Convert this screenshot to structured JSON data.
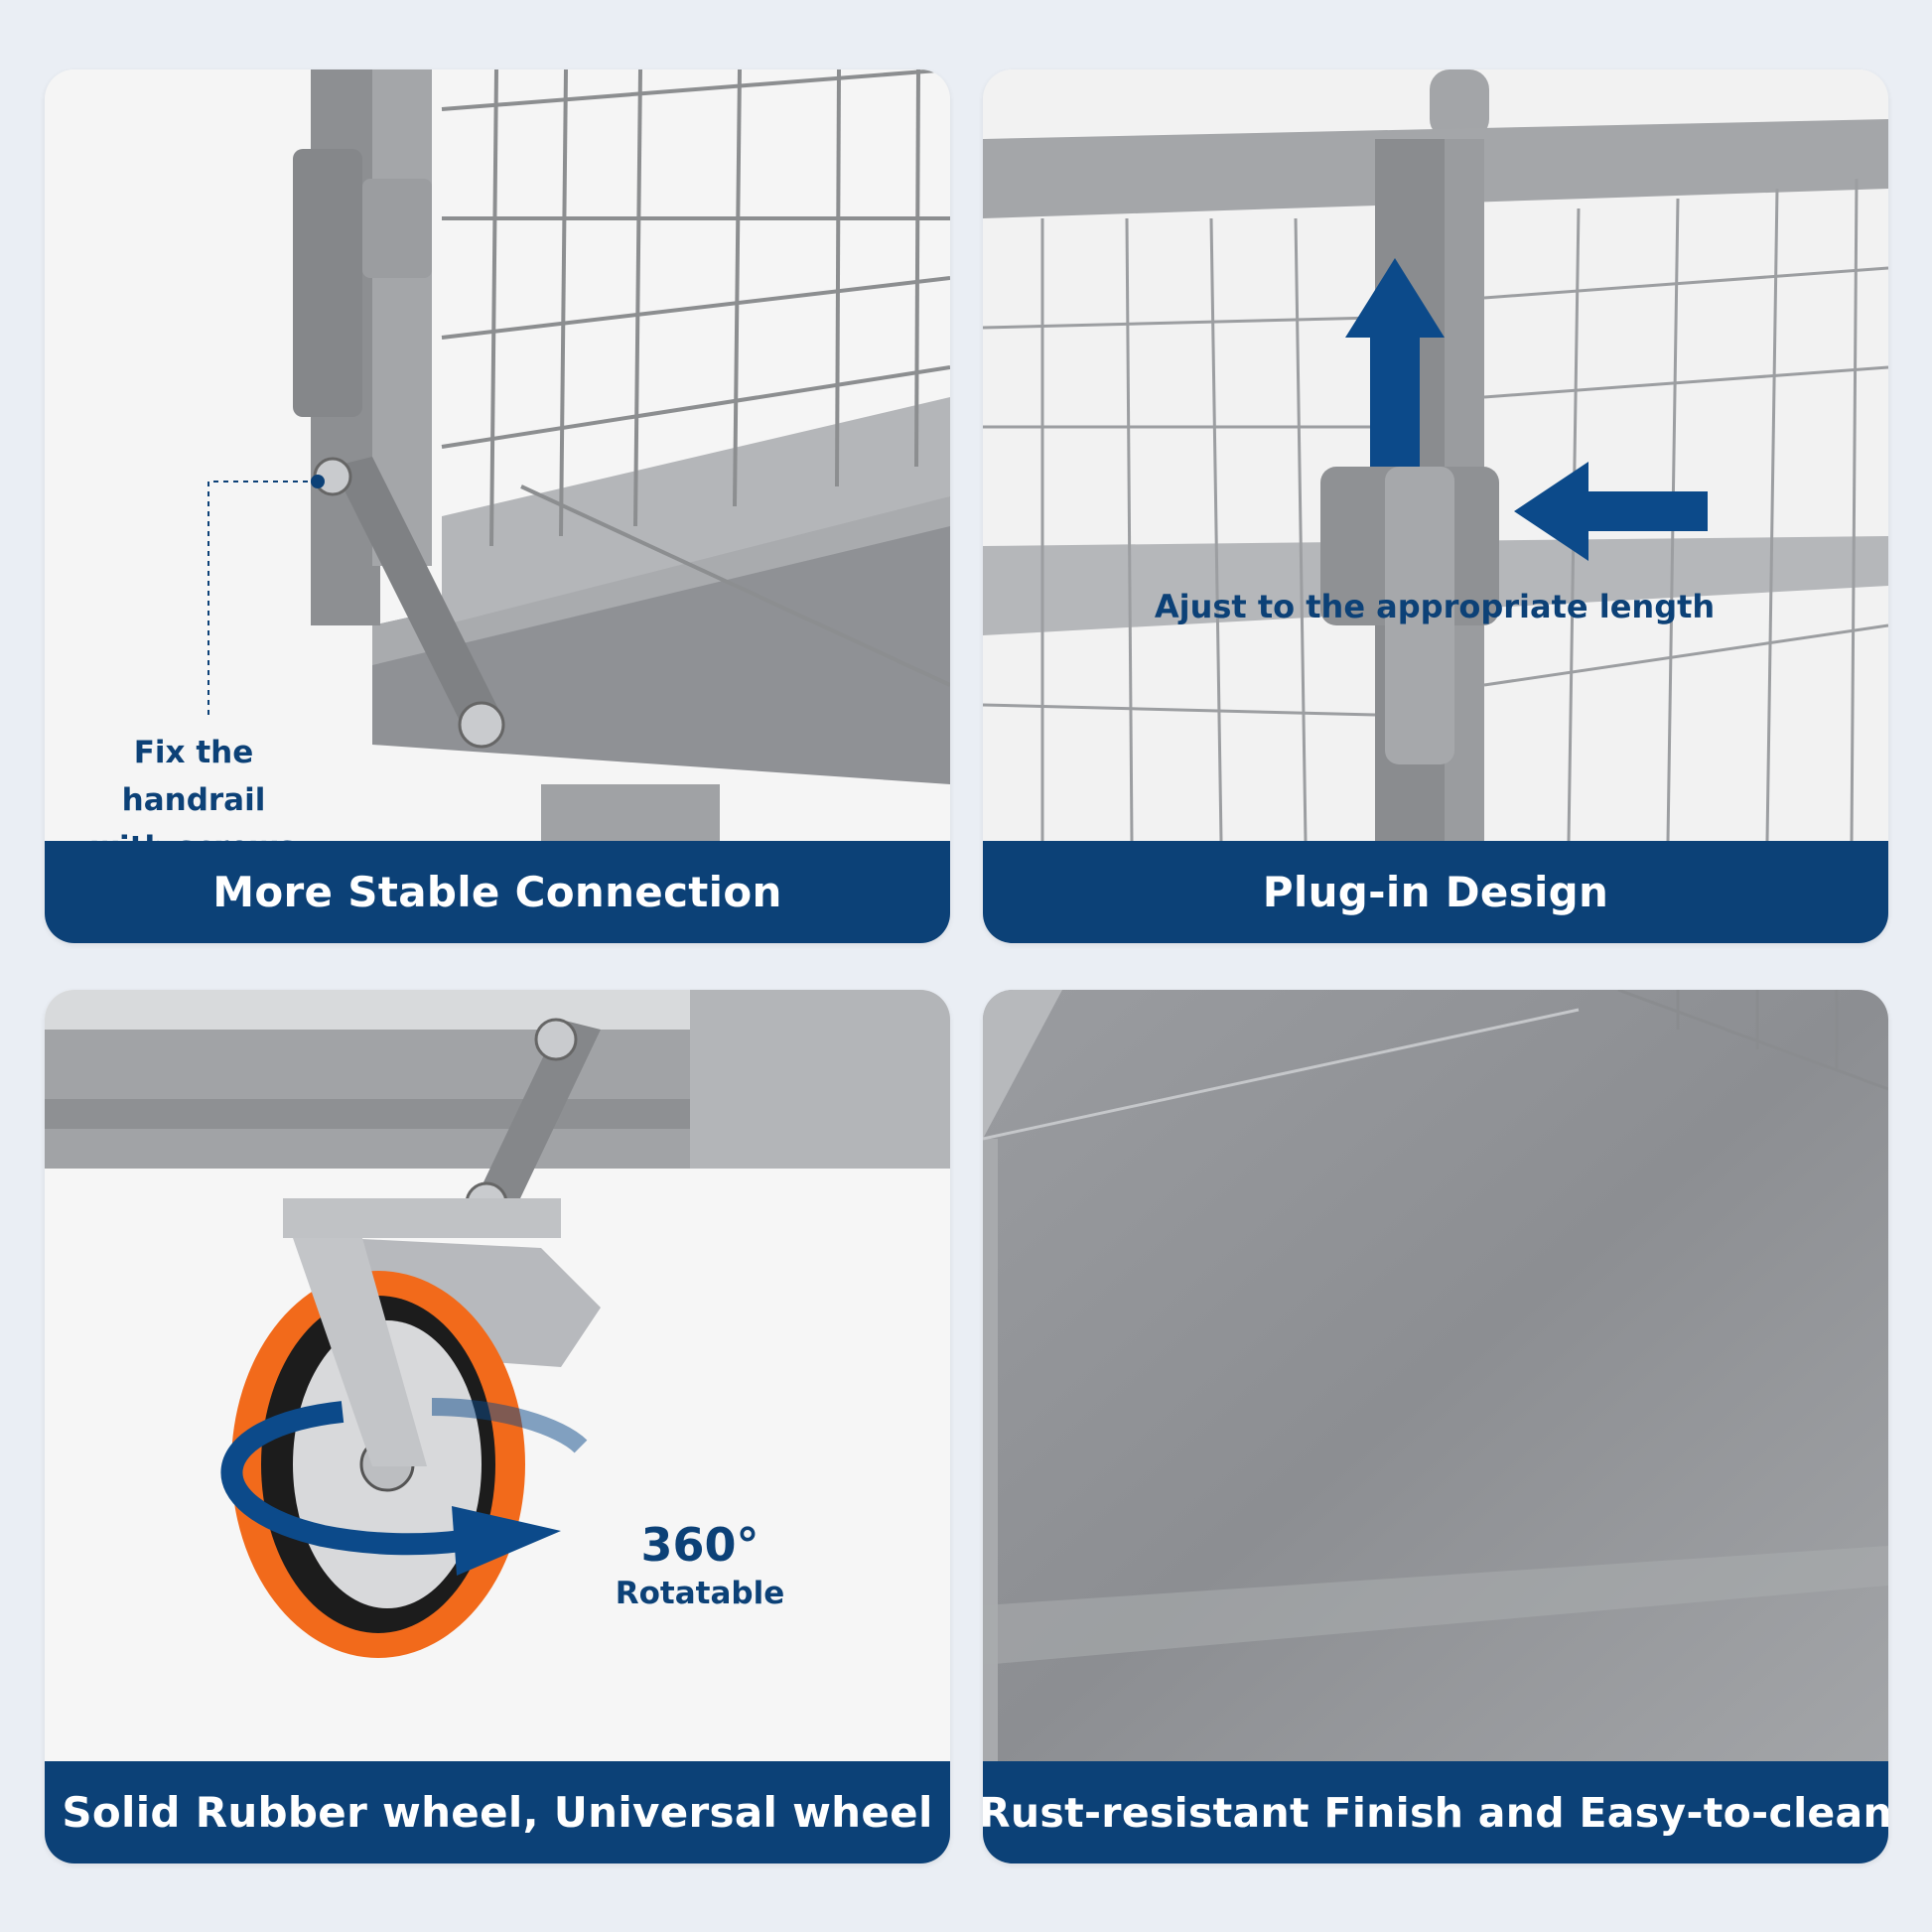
{
  "panels": [
    {
      "caption": "More Stable Connection",
      "annotation_lines": [
        "Fix the handrail",
        "with screws"
      ]
    },
    {
      "caption": "Plug-in Design",
      "annotation": "Ajust to the appropriate length"
    },
    {
      "caption": "Solid Rubber wheel, Universal wheel",
      "rotation_value": "360°",
      "rotation_label": "Rotatable"
    },
    {
      "caption": "Rust-resistant Finish and Easy-to-clean"
    }
  ],
  "colors": {
    "caption_bg": "#0c4177",
    "accent_text": "#0c4177",
    "arrow": "#0c4a8a",
    "metal": "#9a9c9f",
    "wheel_orange": "#f26a1b"
  }
}
